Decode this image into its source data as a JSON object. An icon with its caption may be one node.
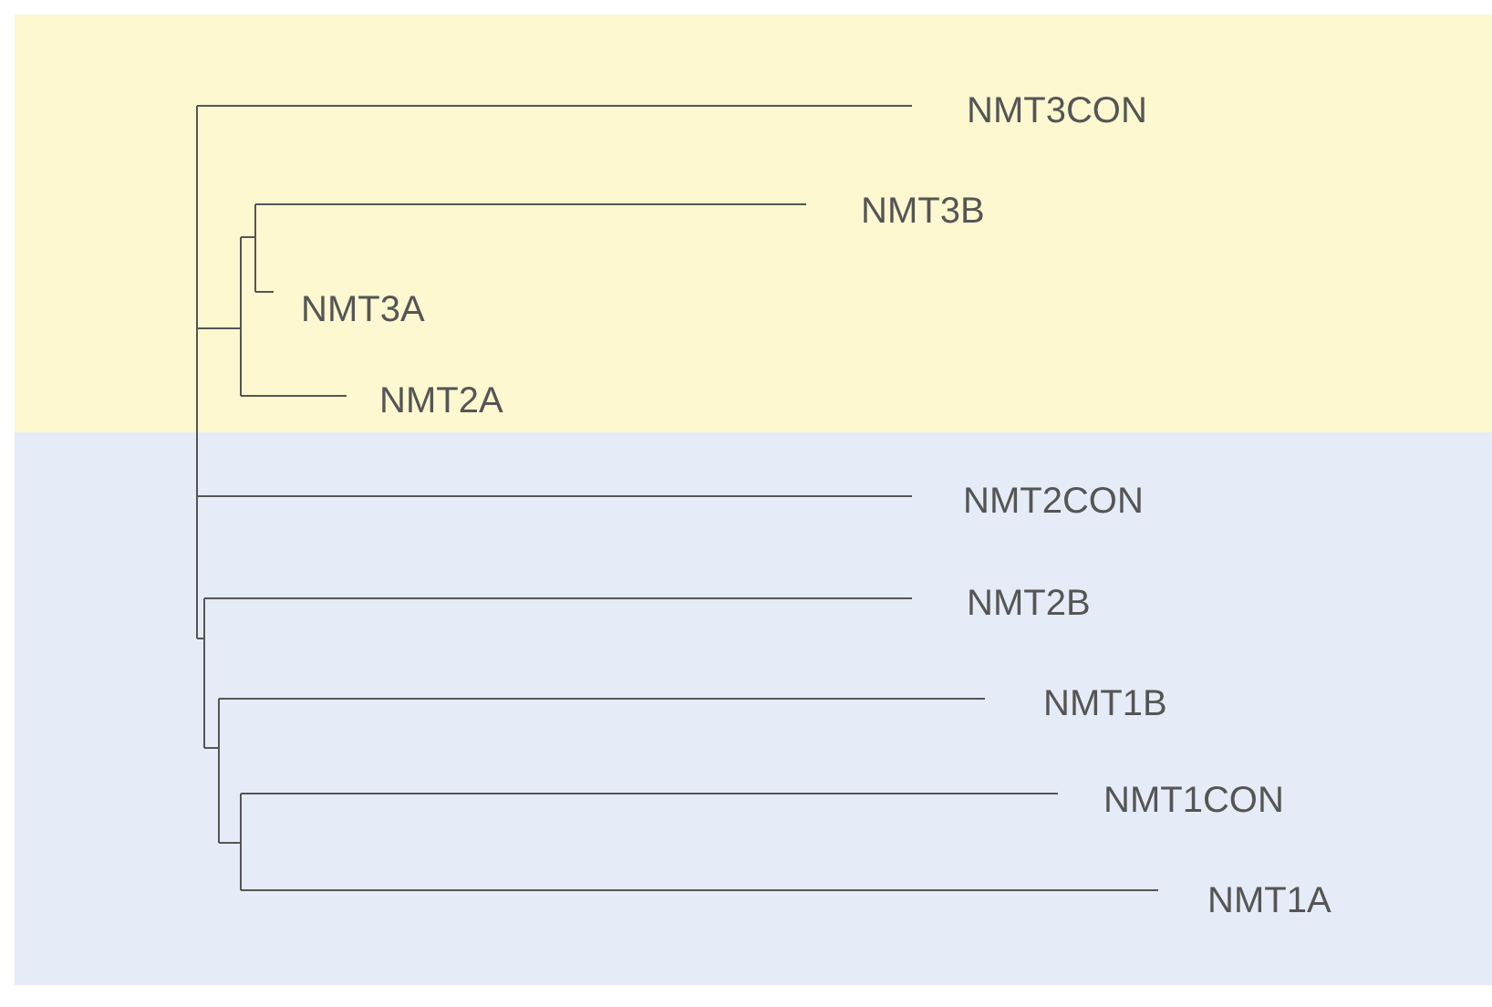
{
  "diagram": {
    "labels": [
      "NMT3CON",
      "NMT3B",
      "NMT3A",
      "NMT2A",
      "NMT2CON",
      "NMT2B",
      "NMT1B",
      "NMT1CON",
      "NMT1A"
    ]
  }
}
